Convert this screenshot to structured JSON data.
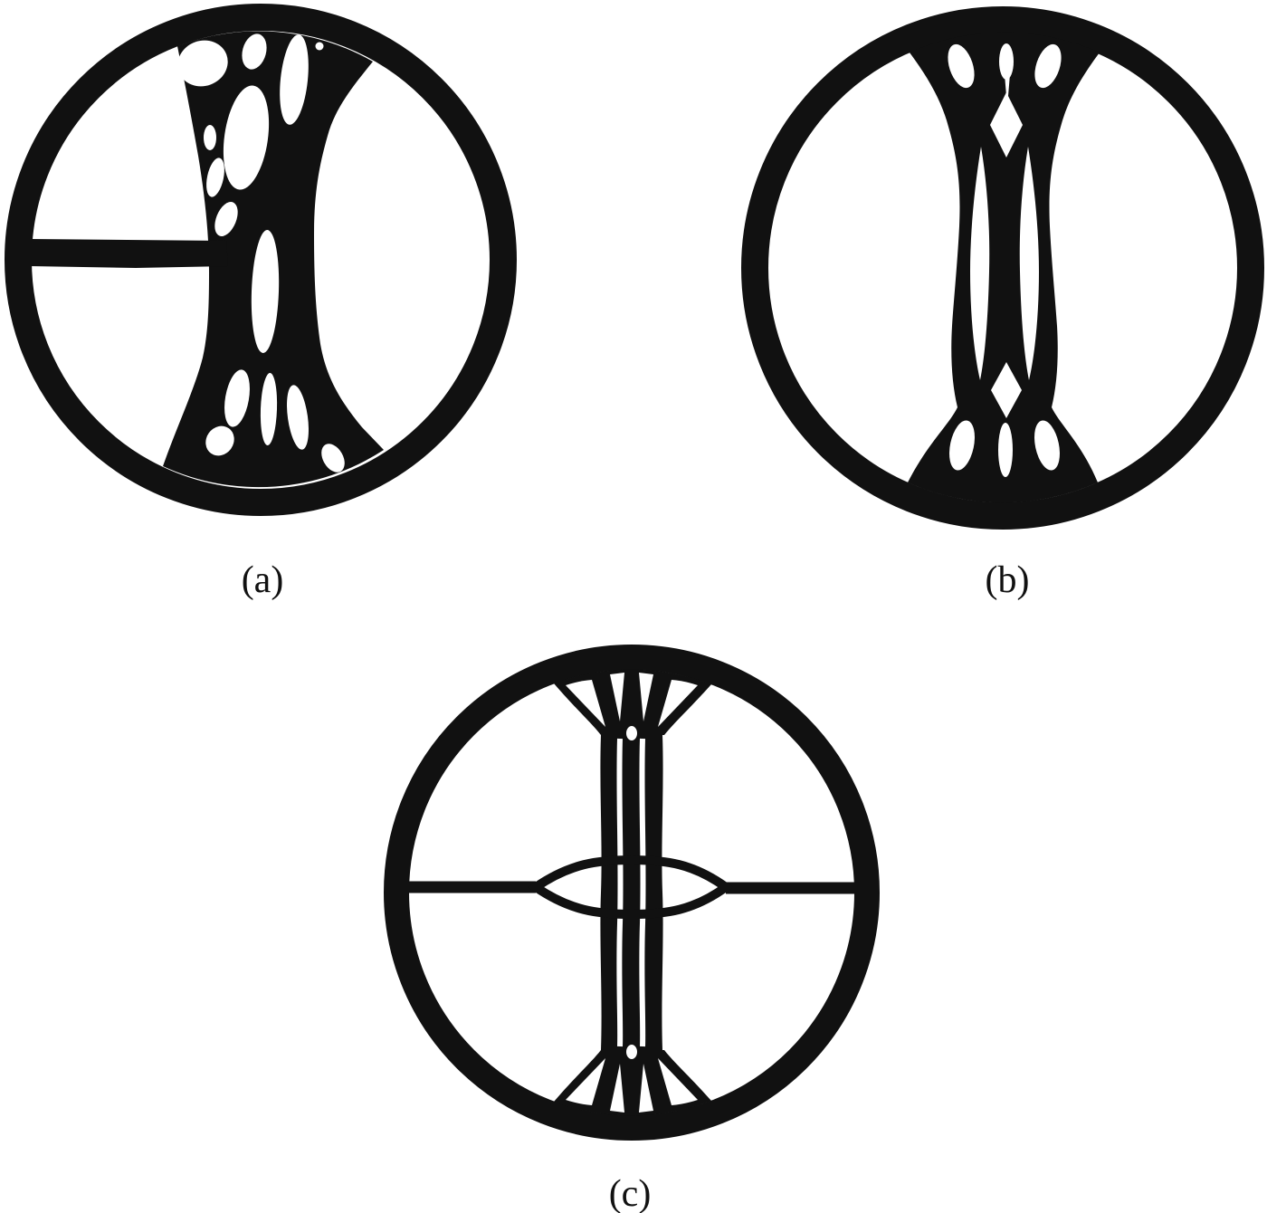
{
  "colors": {
    "ink": "#111111",
    "background": "#ffffff"
  },
  "figure": {
    "panels": [
      {
        "id": "a",
        "label": "(a)"
      },
      {
        "id": "b",
        "label": "(b)"
      },
      {
        "id": "c",
        "label": "(c)"
      }
    ]
  }
}
